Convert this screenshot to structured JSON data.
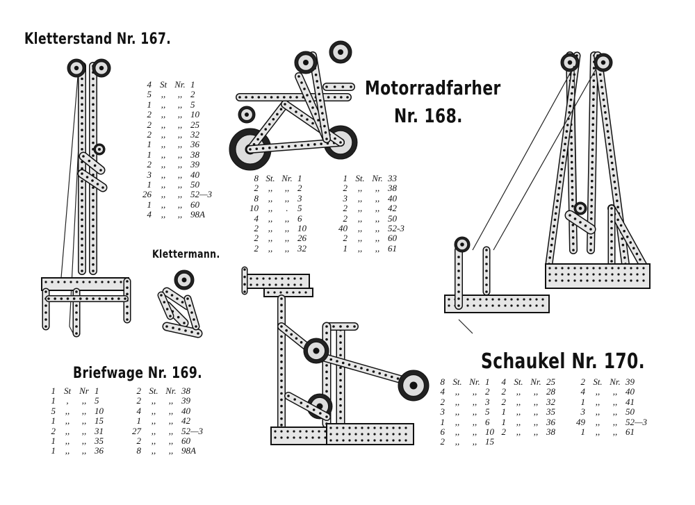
{
  "titles": {
    "kletterstand": "Kletterstand Nr. 167.",
    "motorrad_1": "Motorradfarher",
    "motorrad_2": "Nr. 168.",
    "klettermann": "Klettermann.",
    "briefwage": "Briefwage Nr. 169.",
    "schaukel": "Schaukel Nr. 170."
  },
  "lists": {
    "kletterstand": [
      [
        "4",
        "St",
        "Nr.",
        "1"
      ],
      [
        "5",
        ",,",
        ",,",
        "2"
      ],
      [
        "1",
        ",,",
        ",,",
        "5"
      ],
      [
        "2",
        ",,",
        ",,",
        "10"
      ],
      [
        "2",
        ",,",
        ",,",
        "25"
      ],
      [
        "2",
        ",,",
        ",,",
        "32"
      ],
      [
        "1",
        ",,",
        ",,",
        "36"
      ],
      [
        "1",
        ",,",
        ",,",
        "38"
      ],
      [
        "2",
        ",,",
        ",,",
        "39"
      ],
      [
        "3",
        ",,",
        ",,",
        "40"
      ],
      [
        "1",
        ",,",
        ",,",
        "50"
      ],
      [
        "26",
        ",,",
        ",,",
        "52—3"
      ],
      [
        "1",
        ",,",
        ",,",
        "60"
      ],
      [
        "4",
        ",,",
        ",,",
        "98A"
      ]
    ],
    "motorrad_a": [
      [
        "8",
        "St.",
        "Nr.",
        "1"
      ],
      [
        "2",
        ",,",
        ",,",
        "2"
      ],
      [
        "8",
        ",,",
        ",,",
        "3"
      ],
      [
        "10",
        ",,",
        ".",
        "5"
      ],
      [
        "4",
        ",,",
        ",,",
        "6"
      ],
      [
        "2",
        ",,",
        ",,",
        "10"
      ],
      [
        "2",
        ",,",
        ",,",
        "26"
      ],
      [
        "2",
        ",,",
        ",,",
        "32"
      ]
    ],
    "motorrad_b": [
      [
        "1",
        "St.",
        "Nr.",
        "33"
      ],
      [
        "2",
        ",,",
        ",,",
        "38"
      ],
      [
        "3",
        ",,",
        ",,",
        "40"
      ],
      [
        "2",
        ",,",
        ",,",
        "42"
      ],
      [
        "2",
        ",,",
        ",,",
        "50"
      ],
      [
        "40",
        ",,",
        ",,",
        "52-3"
      ],
      [
        "2",
        ",,",
        ",,",
        "60"
      ],
      [
        "1",
        ",,",
        ",,",
        "61"
      ]
    ],
    "briefwage_a": [
      [
        "1",
        "St",
        "Nr",
        "1"
      ],
      [
        "1",
        ",",
        ",,",
        "5"
      ],
      [
        "5",
        ",,",
        ",,",
        "10"
      ],
      [
        "1",
        ",,",
        ",,",
        "15"
      ],
      [
        "2",
        ",,",
        ",,",
        "31"
      ],
      [
        "1",
        ",,",
        ",,",
        "35"
      ],
      [
        "1",
        ",,",
        ",,",
        "36"
      ]
    ],
    "briefwage_b": [
      [
        "2",
        "St.",
        "Nr.",
        "38"
      ],
      [
        "2",
        ",,",
        ",,",
        "39"
      ],
      [
        "4",
        ",,",
        ",,",
        "40"
      ],
      [
        "1",
        ",,",
        ",,",
        "42"
      ],
      [
        "27",
        ",,",
        ",,",
        "52—3"
      ],
      [
        "2",
        ",,",
        ",,",
        "60"
      ],
      [
        "8",
        ",,",
        ",,",
        "98A"
      ]
    ],
    "schaukel_a": [
      [
        "8",
        "St.",
        "Nr.",
        "1"
      ],
      [
        "4",
        ",,",
        ",,",
        "2"
      ],
      [
        "2",
        ",,",
        ",,",
        "3"
      ],
      [
        "3",
        ",,",
        ",,",
        "5"
      ],
      [
        "1",
        ",,",
        ",,",
        "6"
      ],
      [
        "6",
        ",,",
        ",,",
        "10"
      ],
      [
        "2",
        ",,",
        ",,",
        "15"
      ]
    ],
    "schaukel_b": [
      [
        "4",
        "St.",
        "Nr.",
        "25"
      ],
      [
        "2",
        ",,",
        ",,",
        "28"
      ],
      [
        "2",
        ",,",
        ",,",
        "32"
      ],
      [
        "1",
        ",,",
        ",,",
        "35"
      ],
      [
        "1",
        ",,",
        ",,",
        "36"
      ],
      [
        "2",
        ",,",
        ",,",
        "38"
      ]
    ],
    "schaukel_c": [
      [
        "2",
        "St.",
        "Nr.",
        "39"
      ],
      [
        "4",
        ",,",
        ",,",
        "40"
      ],
      [
        "1",
        ",,",
        ",,",
        "41"
      ],
      [
        "3",
        ",,",
        ",,",
        "50"
      ],
      [
        "49",
        ",,",
        ",,",
        "52—3"
      ],
      [
        "1",
        ",,",
        ",,",
        "61"
      ]
    ]
  }
}
